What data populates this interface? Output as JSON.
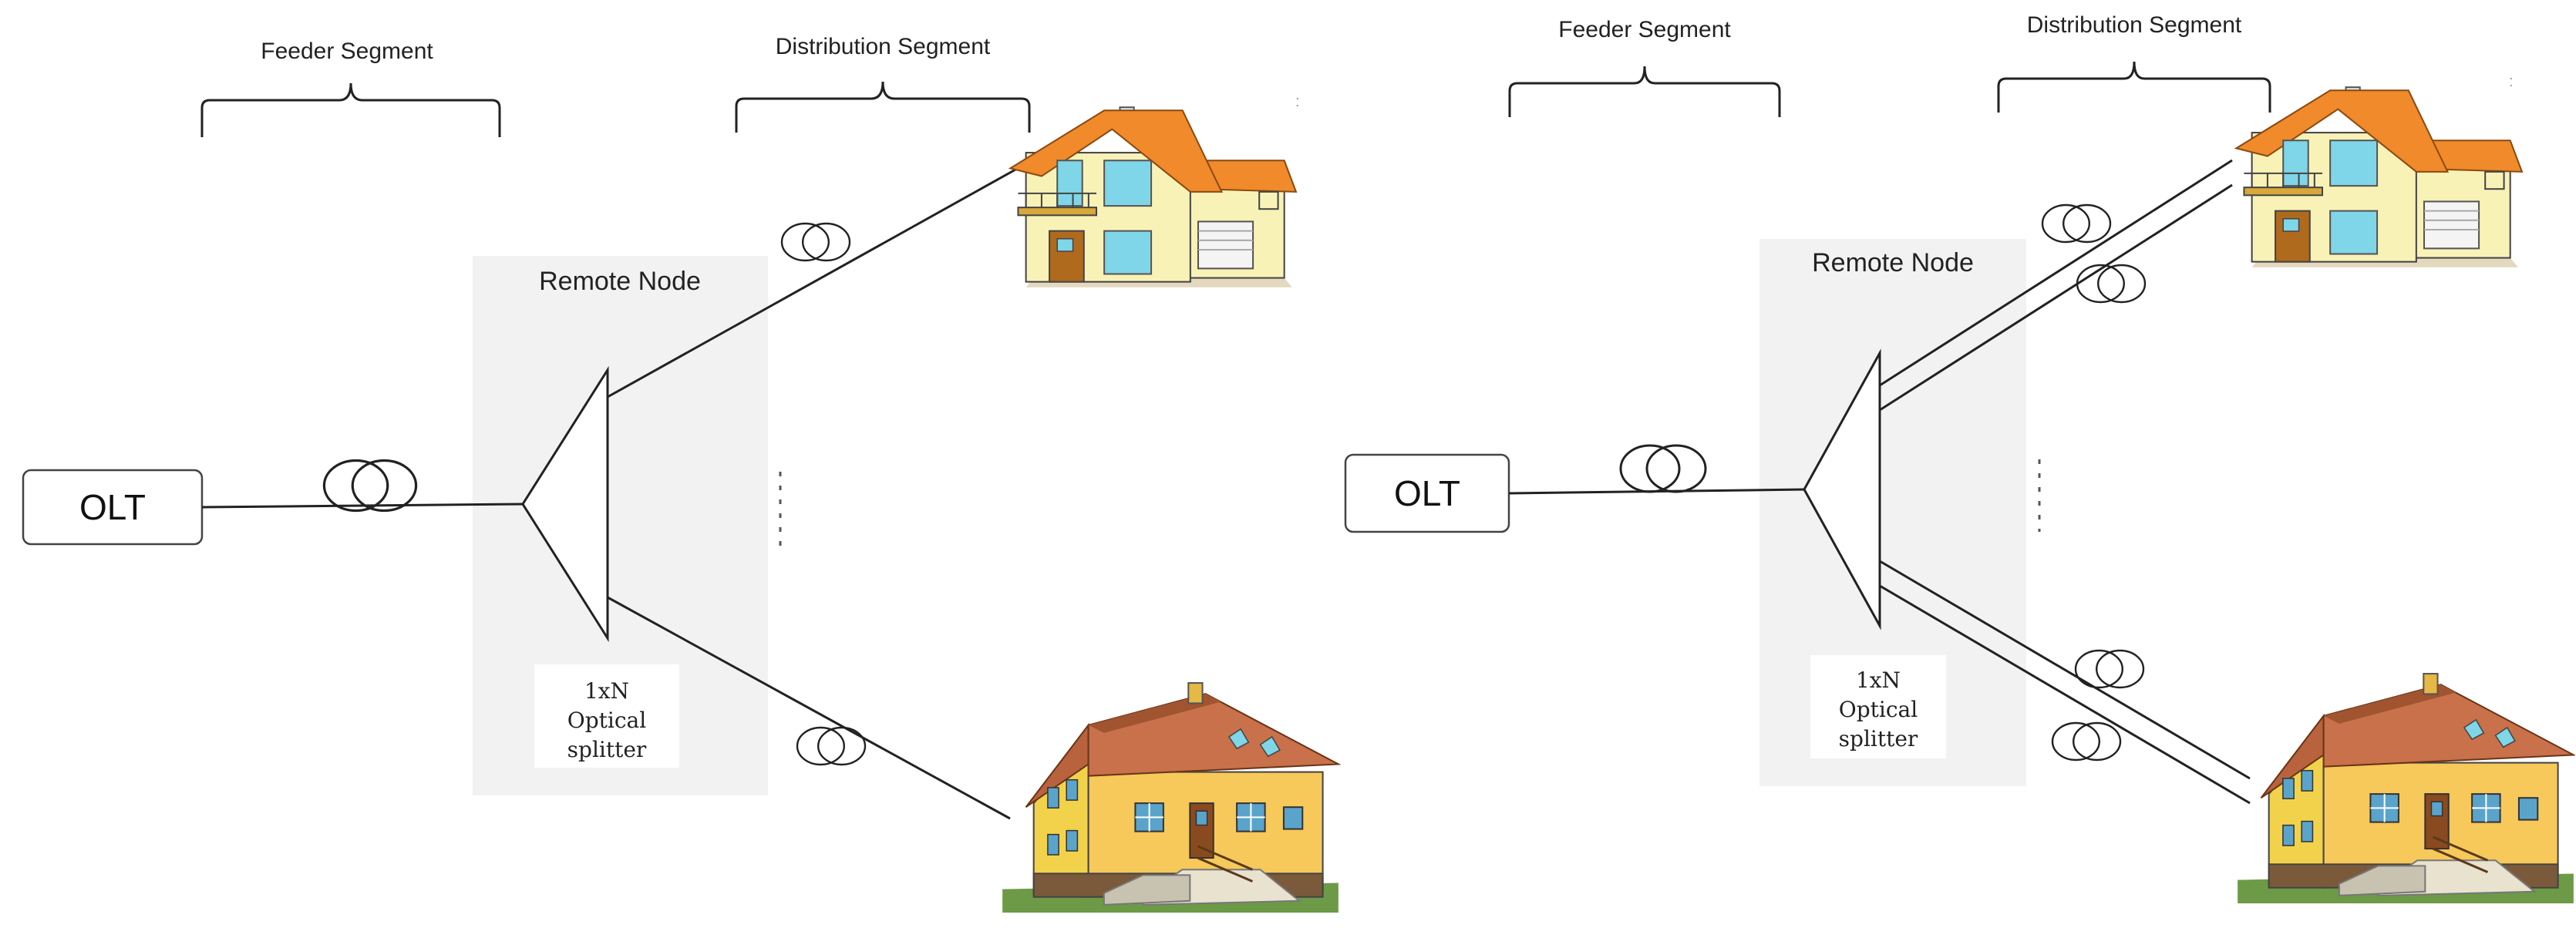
{
  "diagrams": [
    {
      "id": "left",
      "feeder_label": "Feeder Segment",
      "distribution_label": "Distribution Segment",
      "remote_node_label": "Remote Node",
      "olt_label": "OLT",
      "splitter_lines": [
        "1xN",
        "Optical",
        "splitter"
      ]
    },
    {
      "id": "right",
      "feeder_label": "Feeder Segment",
      "distribution_label": "Distribution Segment",
      "remote_node_label": "Remote Node",
      "olt_label": "OLT",
      "splitter_lines": [
        "1xN",
        "Optical",
        "splitter"
      ]
    }
  ],
  "colors": {
    "node_box": "#f2f2f2",
    "line": "#222222",
    "roof_orange": "#f08a2a",
    "roof_brown": "#b8633e",
    "wall_cream": "#f9f2b7",
    "wall_yellow": "#f2d24a",
    "glass": "#7fd6e8",
    "door": "#b06a1e",
    "grass": "#6c9a46"
  },
  "icons": [
    "house-modern-icon",
    "house-traditional-icon",
    "fiber-coil-icon",
    "splitter-triangle-icon"
  ]
}
